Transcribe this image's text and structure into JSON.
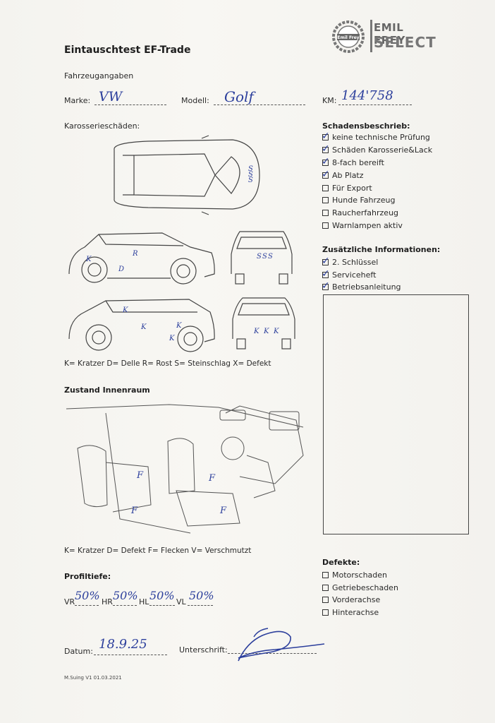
{
  "logo": {
    "brand_small": "Emil Frey",
    "brand_top": "EMIL FREY",
    "brand_bottom": "SELECT"
  },
  "title": "Eintauschtest EF-Trade",
  "vehicle": {
    "section": "Fahrzeugangaben",
    "marke_label": "Marke:",
    "marke_value": "VW",
    "modell_label": "Modell:",
    "modell_value": "Golf",
    "km_label": "KM:",
    "km_value": "144'758"
  },
  "body_damage": {
    "section": "Karosserieschäden:",
    "legend": "K= Kratzer D= Delle R= Rost S= Steinschlag X= Defekt",
    "marks": [
      "S",
      "S",
      "S",
      "K",
      "D",
      "R",
      "S",
      "S",
      "S",
      "K",
      "K",
      "K",
      "K",
      "K",
      "K",
      "K"
    ]
  },
  "interior": {
    "section": "Zustand Innenraum",
    "legend": "K= Kratzer D= Defekt F= Flecken V= Verschmutzt",
    "marks": [
      "F",
      "F",
      "F",
      "F"
    ]
  },
  "damage_description": {
    "section": "Schadensbeschrieb:",
    "items": [
      {
        "label": "keine technische Prüfung",
        "checked": true
      },
      {
        "label": "Schäden Karosserie&Lack",
        "checked": true
      },
      {
        "label": "8-fach bereift",
        "checked": true
      },
      {
        "label": "Ab Platz",
        "checked": true
      },
      {
        "label": "Für Export",
        "checked": false
      },
      {
        "label": "Hunde Fahrzeug",
        "checked": false
      },
      {
        "label": "Raucherfahrzeug",
        "checked": false
      },
      {
        "label": "Warnlampen aktiv",
        "checked": false
      }
    ]
  },
  "additional_info": {
    "section": "Zusätzliche Informationen:",
    "items": [
      {
        "label": "2. Schlüssel",
        "checked": true
      },
      {
        "label": "Serviceheft",
        "checked": true
      },
      {
        "label": "Betriebsanleitung",
        "checked": true
      }
    ]
  },
  "defects": {
    "section": "Defekte:",
    "items": [
      {
        "label": "Motorschaden",
        "checked": false
      },
      {
        "label": "Getriebeschaden",
        "checked": false
      },
      {
        "label": "Vorderachse",
        "checked": false
      },
      {
        "label": "Hinterachse",
        "checked": false
      }
    ]
  },
  "tread": {
    "section": "Profiltiefe:",
    "vr_label": "VR",
    "vr_value": "50%",
    "hr_label": "HR",
    "hr_value": "50%",
    "hl_label": "HL",
    "hl_value": "50%",
    "vl_label": "VL",
    "vl_value": "50%"
  },
  "sign": {
    "datum_label": "Datum:",
    "datum_value": "18.9.25",
    "unterschrift_label": "Unterschrift:"
  },
  "footer": "M.Suing V1 01.03.2021",
  "colors": {
    "ink": "#2c3f9c",
    "print": "#2a2a2a",
    "paper": "#f6f5f1"
  }
}
